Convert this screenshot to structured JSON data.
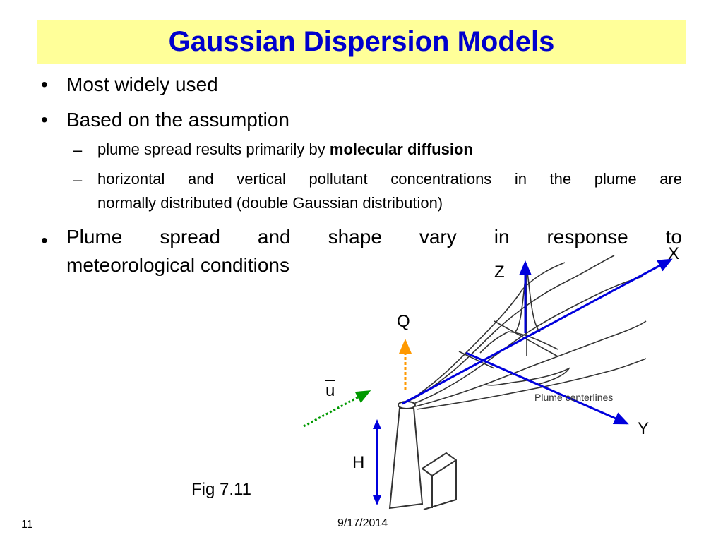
{
  "slide": {
    "title": "Gaussian Dispersion Models",
    "bullet_char": "•",
    "dash_char": "–",
    "bullets": [
      {
        "text": "Most widely used"
      },
      {
        "text": "Based on the assumption"
      },
      {
        "text_line1": "Plume spread and shape vary in response to",
        "text_line2": "meteorological conditions"
      }
    ],
    "sub_bullets": [
      {
        "text_before": "plume spread results primarily by ",
        "text_bold": "molecular diffusion"
      },
      {
        "text_line1": "horizontal and vertical pollutant concentrations in the plume are",
        "text_line2": "normally distributed (double Gaussian distribution)"
      }
    ]
  },
  "diagram": {
    "labels": {
      "x_axis": "X",
      "y_axis": "Y",
      "z_axis": "Z",
      "emission_rate": "Q",
      "wind_speed": "u",
      "stack_height": "H",
      "plume_centerlines": "Plume centerlines"
    },
    "caption": "Fig 7.11",
    "colors": {
      "axis": "#0000dd",
      "emission_arrow": "#ff9900",
      "wind_arrow": "#009900",
      "height_arrow": "#0000dd",
      "sketch": "#333333"
    }
  },
  "footer": {
    "slide_number": "11",
    "date": "9/17/2014"
  },
  "theme": {
    "title_color": "#0000cc",
    "title_bar_color": "#ffff99"
  }
}
